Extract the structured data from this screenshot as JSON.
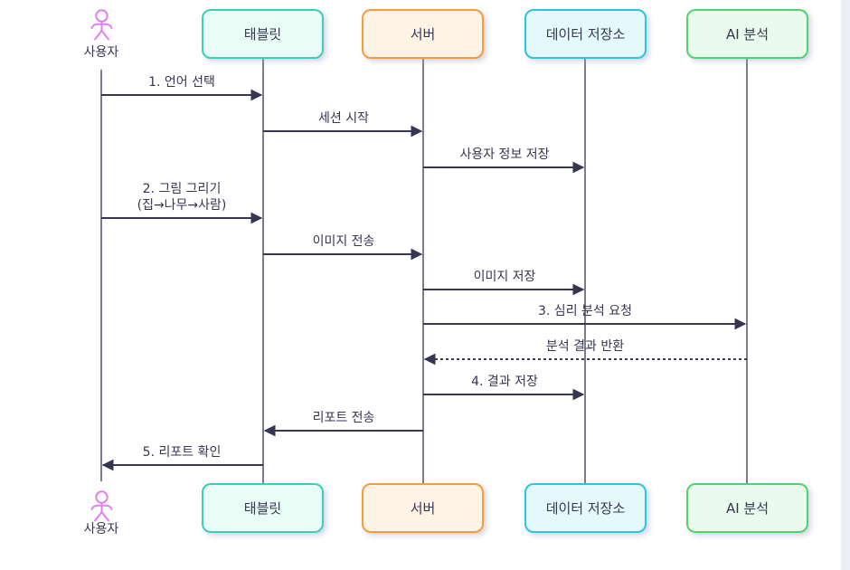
{
  "diagram": {
    "type": "sequence",
    "actor": {
      "label": "사용자"
    },
    "participants": [
      {
        "id": "tablet",
        "label": "태블릿"
      },
      {
        "id": "server",
        "label": "서버"
      },
      {
        "id": "datastore",
        "label": "데이터 저장소"
      },
      {
        "id": "ai",
        "label": "AI 분석"
      }
    ],
    "messages": [
      {
        "label": "1. 언어 선택",
        "from": "사용자",
        "to": "태블릿",
        "style": "solid"
      },
      {
        "label": "세션 시작",
        "from": "태블릿",
        "to": "서버",
        "style": "solid"
      },
      {
        "label": "사용자 정보 저장",
        "from": "서버",
        "to": "데이터 저장소",
        "style": "solid"
      },
      {
        "label": "2. 그림 그리기\n(집→나무→사람)",
        "from": "사용자",
        "to": "태블릿",
        "style": "solid"
      },
      {
        "label": "이미지 전송",
        "from": "태블릿",
        "to": "서버",
        "style": "solid"
      },
      {
        "label": "이미지 저장",
        "from": "서버",
        "to": "데이터 저장소",
        "style": "solid"
      },
      {
        "label": "3. 심리 분석 요청",
        "from": "서버",
        "to": "AI 분석",
        "style": "solid"
      },
      {
        "label": "분석 결과 반환",
        "from": "AI 분석",
        "to": "서버",
        "style": "dashed"
      },
      {
        "label": "4. 결과 저장",
        "from": "서버",
        "to": "데이터 저장소",
        "style": "solid"
      },
      {
        "label": "리포트 전송",
        "from": "서버",
        "to": "태블릿",
        "style": "solid"
      },
      {
        "label": "5. 리포트 확인",
        "from": "태블릿",
        "to": "사용자",
        "style": "solid"
      }
    ],
    "colors": {
      "ink": "#363652",
      "actor": "#e57ff1",
      "tablet": {
        "border": "#38d0ba",
        "bg": "#e9fcf6"
      },
      "server": {
        "border": "#f89b3c",
        "bg": "#fff3e5"
      },
      "datastore": {
        "border": "#2cc5e2",
        "bg": "#e4f9fc"
      },
      "ai": {
        "border": "#4ed36e",
        "bg": "#eafbee"
      },
      "edge": "#ededf6"
    }
  }
}
